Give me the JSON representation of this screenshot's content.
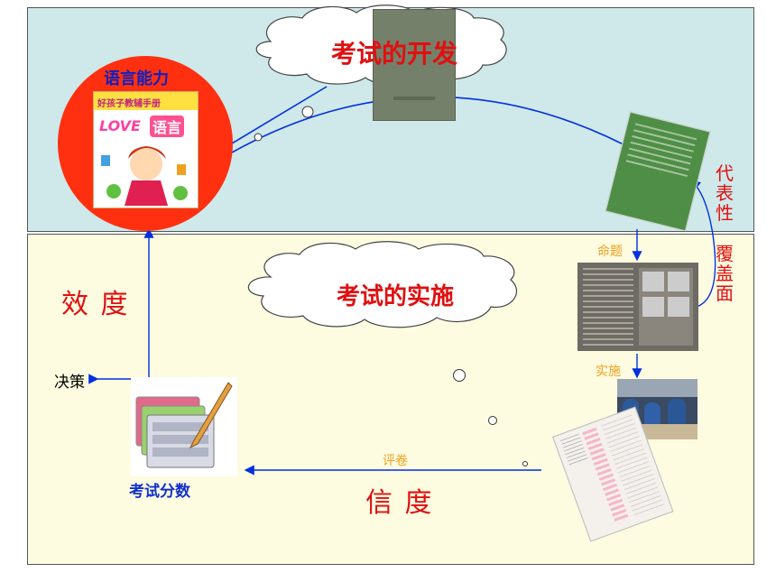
{
  "top": {
    "title": "考试的开发",
    "language_ability": "语言能力",
    "book_cover_title": "好孩子教辅手册",
    "book_cover_love": "LOVE",
    "book_cover_lang": "语言"
  },
  "bottom": {
    "title": "考试的实施",
    "validity": "效 度",
    "reliability": "信 度",
    "decision": "决策",
    "test_scores": "考试分数"
  },
  "steps": {
    "item_writing": "命题",
    "administration": "实施",
    "scoring": "评卷"
  },
  "side": {
    "representativeness": "代表性",
    "coverage": "覆盖面"
  },
  "colors": {
    "accent_red": "#e01010",
    "arrow_blue": "#0030e0",
    "label_orange": "#f0a020",
    "circle_red": "#ff3010"
  }
}
